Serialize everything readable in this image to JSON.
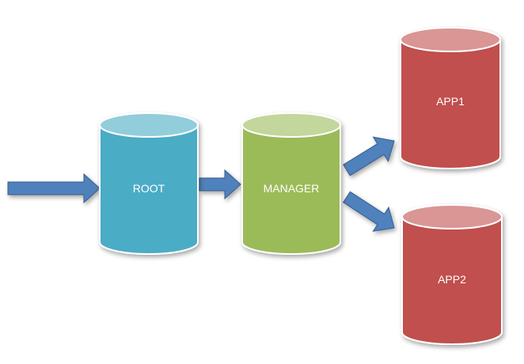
{
  "diagram": {
    "nodes": [
      {
        "id": "root",
        "label": "ROOT",
        "body_color": "#4BACC6",
        "top_color": "#92CDDC",
        "shadow_color": "#3A8EA6"
      },
      {
        "id": "manager",
        "label": "MANAGER",
        "body_color": "#9BBB59",
        "top_color": "#C3D69B",
        "shadow_color": "#7F9C45"
      },
      {
        "id": "app1",
        "label": "APP1",
        "body_color": "#C0504D",
        "top_color": "#D99694",
        "shadow_color": "#A33E3B"
      },
      {
        "id": "app2",
        "label": "APP2",
        "body_color": "#C0504D",
        "top_color": "#D99694",
        "shadow_color": "#A33E3B"
      }
    ],
    "edges": [
      {
        "from": "input",
        "to": "root"
      },
      {
        "from": "root",
        "to": "manager"
      },
      {
        "from": "manager",
        "to": "app1"
      },
      {
        "from": "manager",
        "to": "app2"
      }
    ],
    "arrow_color": "#4F81BD",
    "arrow_stroke": "#385D8A"
  }
}
